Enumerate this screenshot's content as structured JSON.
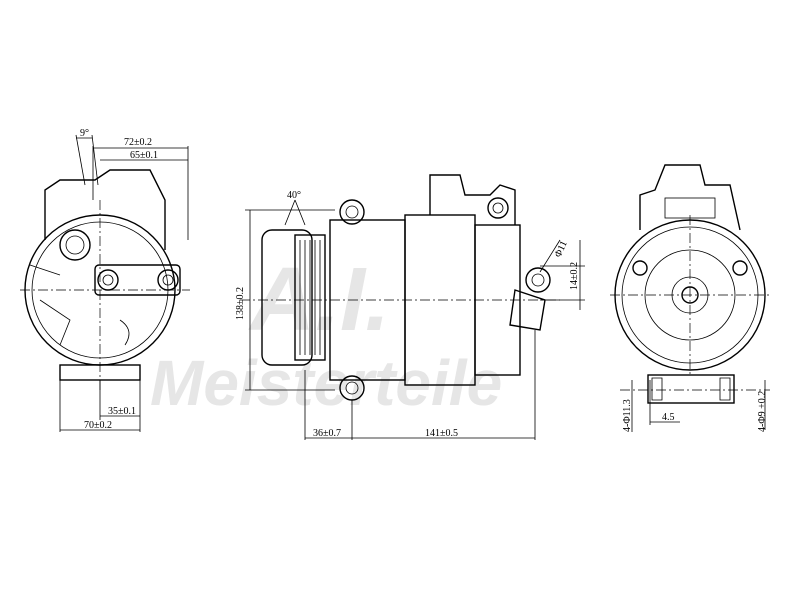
{
  "watermark": {
    "top": "A.I.",
    "bottom": "Meisterteile"
  },
  "left_view": {
    "angle": "9°",
    "dim_72": "72±0.2",
    "dim_65": "65±0.1",
    "dim_35": "35±0.1",
    "dim_70": "70±0.2"
  },
  "side_view": {
    "angle": "40°",
    "dim_138": "138±0.2",
    "dim_36": "36±0.7",
    "dim_141": "141±0.5",
    "dim_phi11": "Φ11",
    "dim_14": "14±0.2"
  },
  "right_view": {
    "dim_holes_left": "4-Φ11.3",
    "dim_45": "4.5",
    "dim_holes_right": "4-Φ9 +0.2"
  }
}
